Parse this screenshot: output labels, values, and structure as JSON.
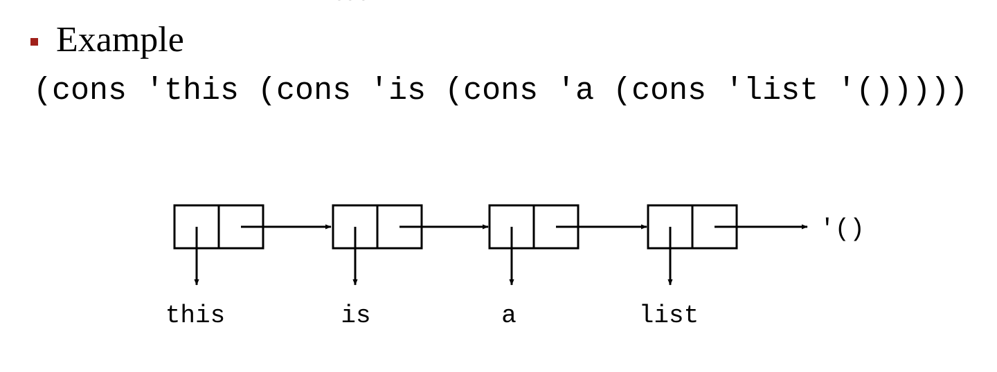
{
  "header_fragment": "head",
  "bullet": {
    "text": "Example"
  },
  "code": "(cons 'this (cons 'is (cons 'a (cons 'list '()))))",
  "diagram": {
    "nodes": [
      {
        "label": "this"
      },
      {
        "label": "is"
      },
      {
        "label": "a"
      },
      {
        "label": "list"
      }
    ],
    "terminal": "'()"
  },
  "colors": {
    "bullet": "#a0201a",
    "ink": "#000000"
  }
}
